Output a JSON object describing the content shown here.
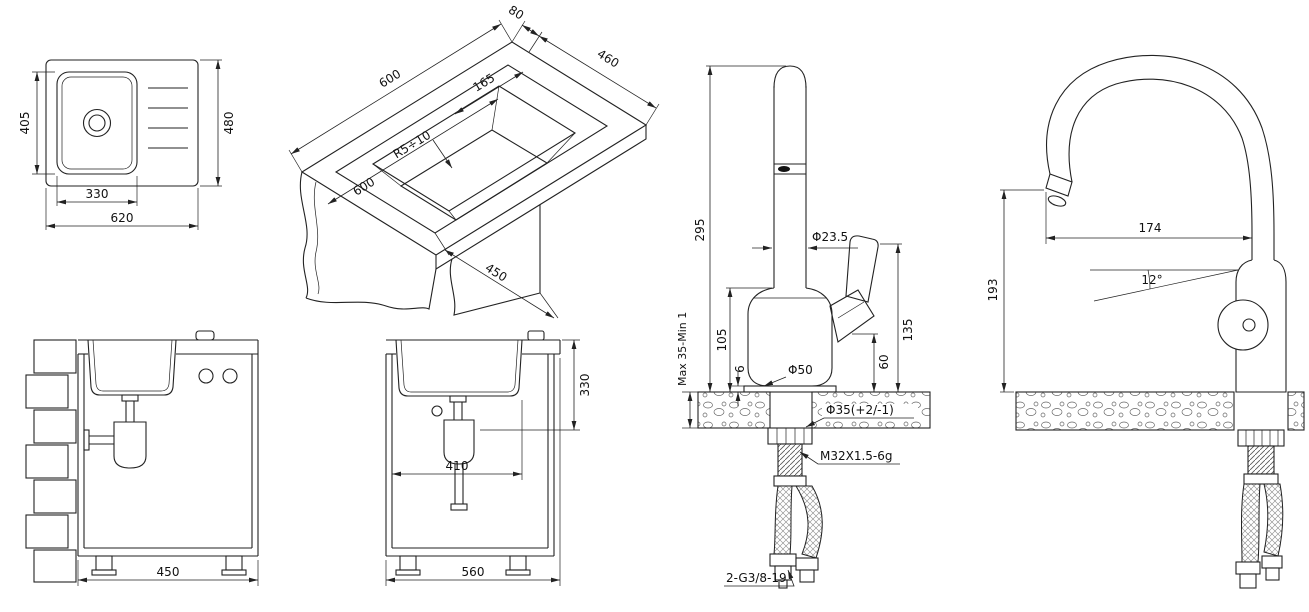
{
  "drawing": {
    "sink_top_view": {
      "height_inner": "405",
      "height_outer": "480",
      "width_inner": "330",
      "width_outer": "620"
    },
    "sink_iso_view": {
      "counter_length": "600",
      "edge_offset": "80",
      "cutout_width": "460",
      "bowl_width": "165",
      "corner_radius": "R5÷10",
      "side_length": "600",
      "cutout_depth": "450"
    },
    "cabinet_front_view": {
      "width": "450"
    },
    "cabinet_side_view": {
      "sink_height": "330",
      "inner_width": "410",
      "depth": "560"
    },
    "faucet_front_view": {
      "total_height": "295",
      "spout_diameter": "Φ23.5",
      "body_height": "105",
      "counter_thickness": "Max 35-Min 1",
      "base_height": "6",
      "base_diameter": "Φ50",
      "handle_height": "135",
      "handle_offset": "60",
      "hole_diameter": "Φ35(+2/-1)",
      "thread_spec": "M32X1.5-6g",
      "hose_spec": "2-G3/8-19"
    },
    "faucet_side_view": {
      "spout_reach": "174",
      "spout_height": "193",
      "spout_angle": "12°"
    }
  }
}
